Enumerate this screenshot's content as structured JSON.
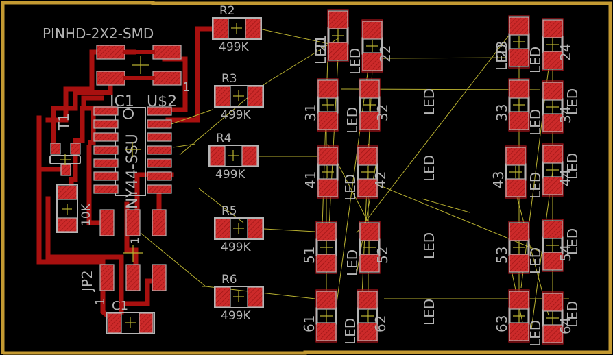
{
  "board": {
    "colors": {
      "background": "#000000",
      "edge": "#c49a32",
      "copper": "#cc2a2a",
      "trace": "#a8100f",
      "airwire": "#b8b030",
      "silkscreen": "#b4b4b4"
    }
  },
  "header": {
    "name": "PINHD-2X2-SMD",
    "pin1": "1"
  },
  "ic": {
    "name": "IC1",
    "value": "TINY44-SSU",
    "value_shown": "NY44-SSU",
    "user_label": "U$2"
  },
  "parts": {
    "t1": "T1",
    "r_10k": "10K",
    "jp2": "JP2",
    "jp2_pin1": "1",
    "c1": "C1",
    "r1_fragment": "1"
  },
  "resistors": [
    {
      "name": "R2",
      "value": "499K"
    },
    {
      "name": "R3",
      "value": "499K"
    },
    {
      "name": "R4",
      "value": "499K"
    },
    {
      "name": "R5",
      "value": "499K"
    },
    {
      "name": "R6",
      "value": "499K"
    }
  ],
  "leds": [
    {
      "id": "21",
      "type": "LED"
    },
    {
      "id": "22",
      "type": "LED"
    },
    {
      "id": "23",
      "type": "LED"
    },
    {
      "id": "24",
      "type": "LED"
    },
    {
      "id": "31",
      "type": "LED"
    },
    {
      "id": "32",
      "type": "LED"
    },
    {
      "id": "33",
      "type": "LED"
    },
    {
      "id": "34",
      "type": "LED"
    },
    {
      "id": "41",
      "type": "LED"
    },
    {
      "id": "42",
      "type": "LED"
    },
    {
      "id": "43",
      "type": "LED"
    },
    {
      "id": "44",
      "type": "LED"
    },
    {
      "id": "51",
      "type": "LED"
    },
    {
      "id": "52",
      "type": "LED"
    },
    {
      "id": "53",
      "type": "LED"
    },
    {
      "id": "54",
      "type": "LED"
    },
    {
      "id": "61",
      "type": "LED"
    },
    {
      "id": "62",
      "type": "LED"
    },
    {
      "id": "63",
      "type": "LED"
    },
    {
      "id": "64",
      "type": "LED"
    }
  ],
  "led_type_label": "LED"
}
